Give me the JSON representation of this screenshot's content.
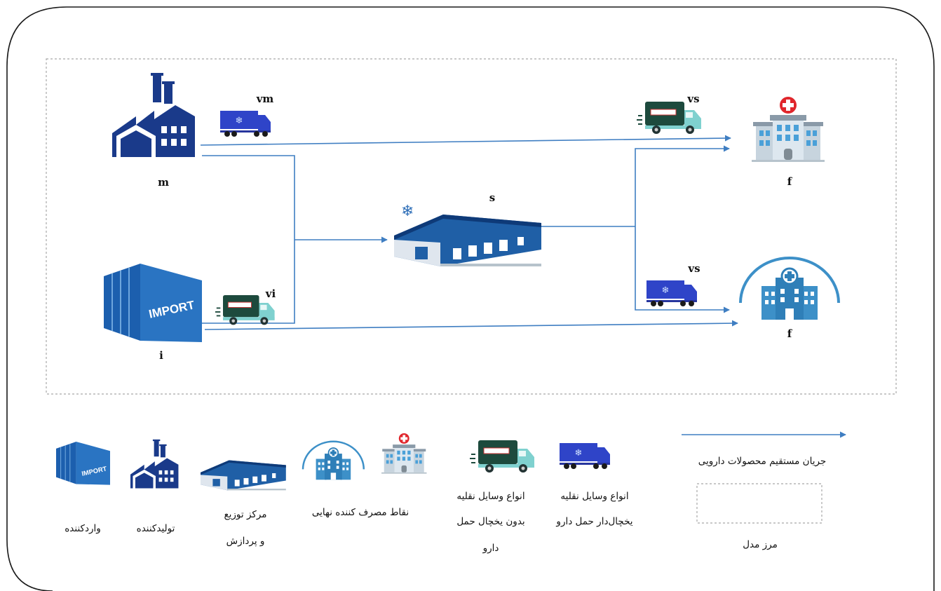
{
  "nodes": {
    "manufacturer": "m",
    "importer": "i",
    "distribution": "s",
    "facility_top": "f",
    "facility_bottom": "f"
  },
  "vehicles": {
    "vm": "vm",
    "vi": "vi",
    "vs_top": "vs",
    "vs_bottom": "vs"
  },
  "icon_text": {
    "import": "IMPORT"
  },
  "legend": {
    "flow_line": "جریان مستقیم محصولات دارویی",
    "model_boundary": "مرز مدل",
    "refrigerated_vehicles": [
      "انواع وسایل نقلیه",
      "یخچال‌دار حمل دارو"
    ],
    "non_refrigerated_vehicles": [
      "انواع وسایل نقلیه",
      "بدون یخچال حمل",
      "دارو"
    ],
    "end_consumers": "نقاط مصرف کننده نهایی",
    "distribution_center": [
      "مرکز توزیع",
      "و پردازش"
    ],
    "producer": "تولیدکننده",
    "importer": "واردکننده"
  },
  "colors": {
    "flow": "#3f7ec2",
    "factory": "#1a3a8a",
    "warehouse": "#1f5fa6",
    "refrigerated_truck": "#2f44c8",
    "van_body": "#1d4a3d",
    "van_cab": "#7fd1cf",
    "hospital_cross": "#e0262c",
    "dome": "#3d90c8"
  }
}
